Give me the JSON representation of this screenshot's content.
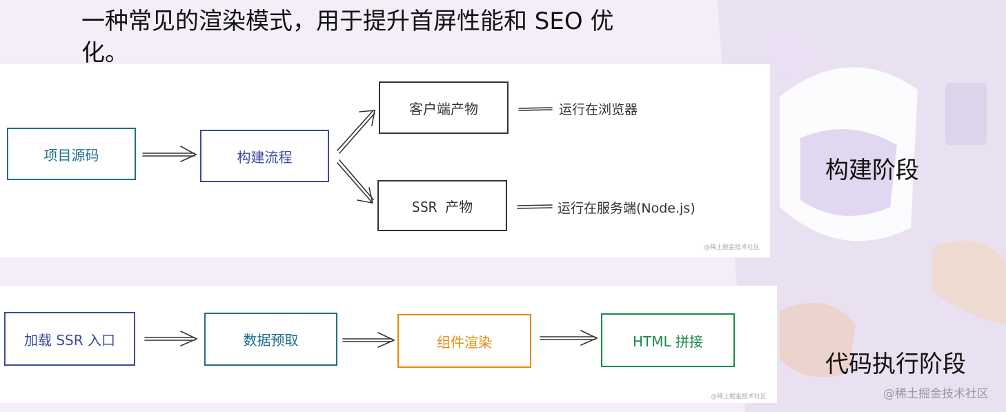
{
  "headline": "一种常见的渲染模式，用于提升首屏性能和 SEO 优化。",
  "build_diagram": {
    "source": "项目源码",
    "build": "构建流程",
    "client_output": "客户端产物",
    "ssr_output": "SSR 产物",
    "client_note": "运行在浏览器",
    "ssr_note": "运行在服务端(Node.js)",
    "watermark": "@稀土掘金技术社区"
  },
  "run_diagram": {
    "entry": "加载 SSR 入口",
    "prefetch": "数据预取",
    "render": "组件渲染",
    "concat": "HTML 拼接",
    "watermark": "@稀土掘金技术社区"
  },
  "stages": {
    "build": "构建阶段",
    "run": "代码执行阶段"
  },
  "page_watermark": "@稀土掘金技术社区",
  "colors": {
    "teal": "#1f6e8c",
    "indigo": "#3b4aa0",
    "orange": "#e8890c",
    "green": "#1a8a4a",
    "dark": "#333333"
  }
}
